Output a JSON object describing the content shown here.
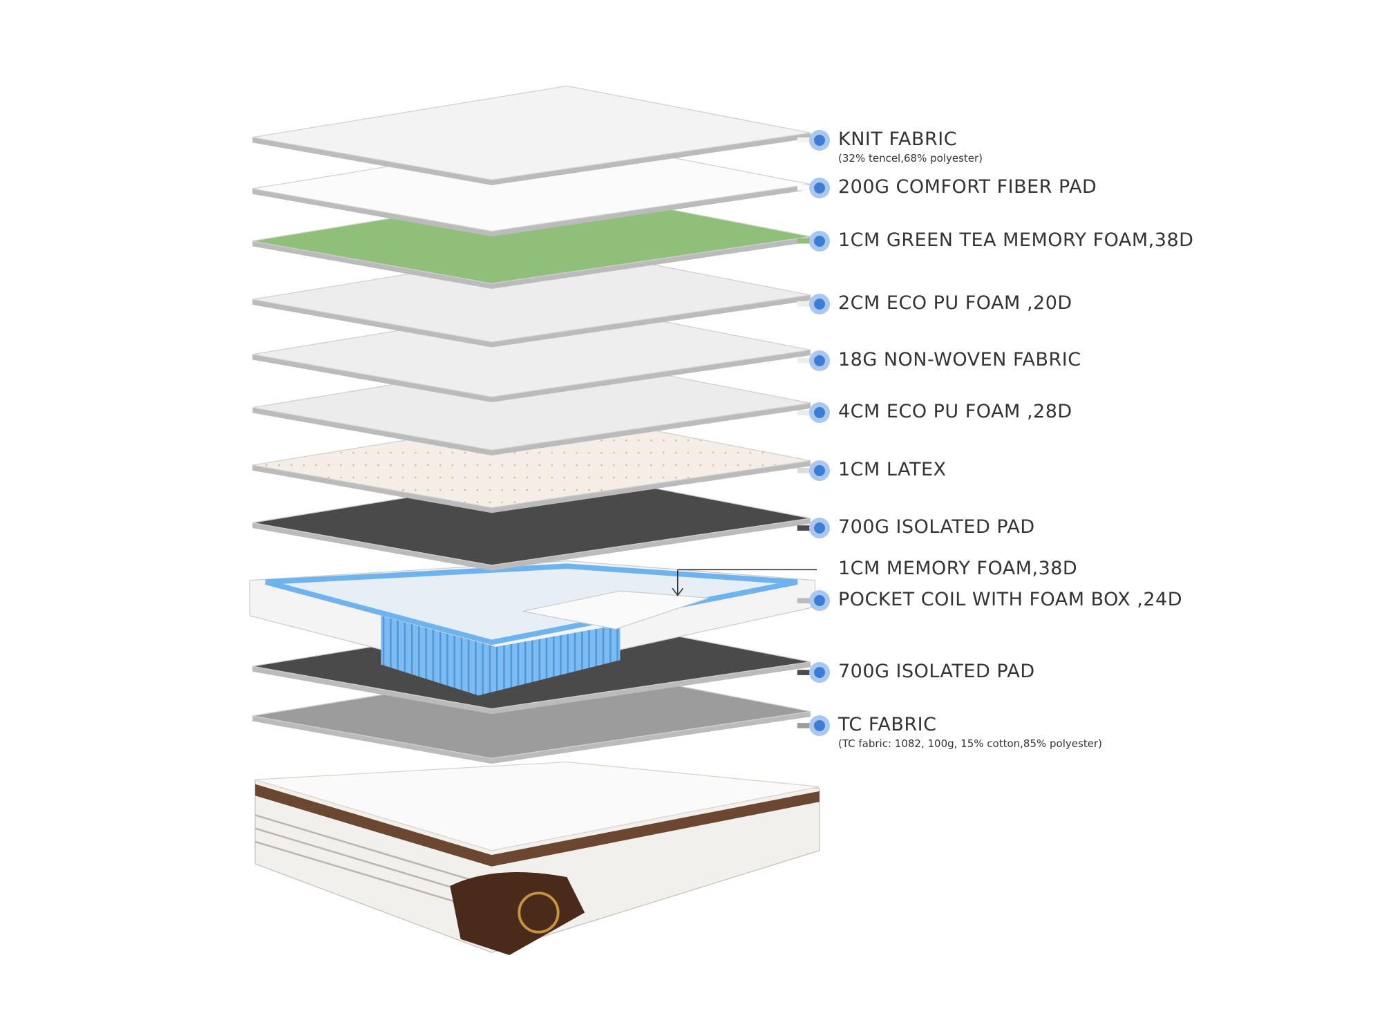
{
  "layers": [
    {
      "title": "KNIT FABRIC",
      "subtitle": "(32% tencel,68% polyester)"
    },
    {
      "title": "200G COMFORT FIBER PAD"
    },
    {
      "title": "1CM GREEN TEA MEMORY FOAM,38D"
    },
    {
      "title": "2CM ECO PU FOAM ,20D"
    },
    {
      "title": "18G NON-WOVEN FABRIC"
    },
    {
      "title": "4CM ECO PU FOAM ,28D"
    },
    {
      "title": "1CM LATEX"
    },
    {
      "title": "700G ISOLATED PAD"
    },
    {
      "title": "1CM MEMORY FOAM,38D"
    },
    {
      "title": "POCKET COIL WITH FOAM BOX ,24D"
    },
    {
      "title": "700G ISOLATED PAD"
    },
    {
      "title": "TC FABRIC",
      "subtitle": "(TC fabric: 1082, 100g, 15% cotton,85% polyester)"
    }
  ],
  "colors": {
    "dot_outer": "#a9c7ef",
    "dot_inner": "#3e7dd4",
    "green_tea_foam": "#8fbf78",
    "isolated_pad": "#4a4a4a",
    "tc_fabric": "#9c9c9c",
    "coil_blue": "#6fb3ee",
    "mattress_brown": "#4a2a1a"
  }
}
